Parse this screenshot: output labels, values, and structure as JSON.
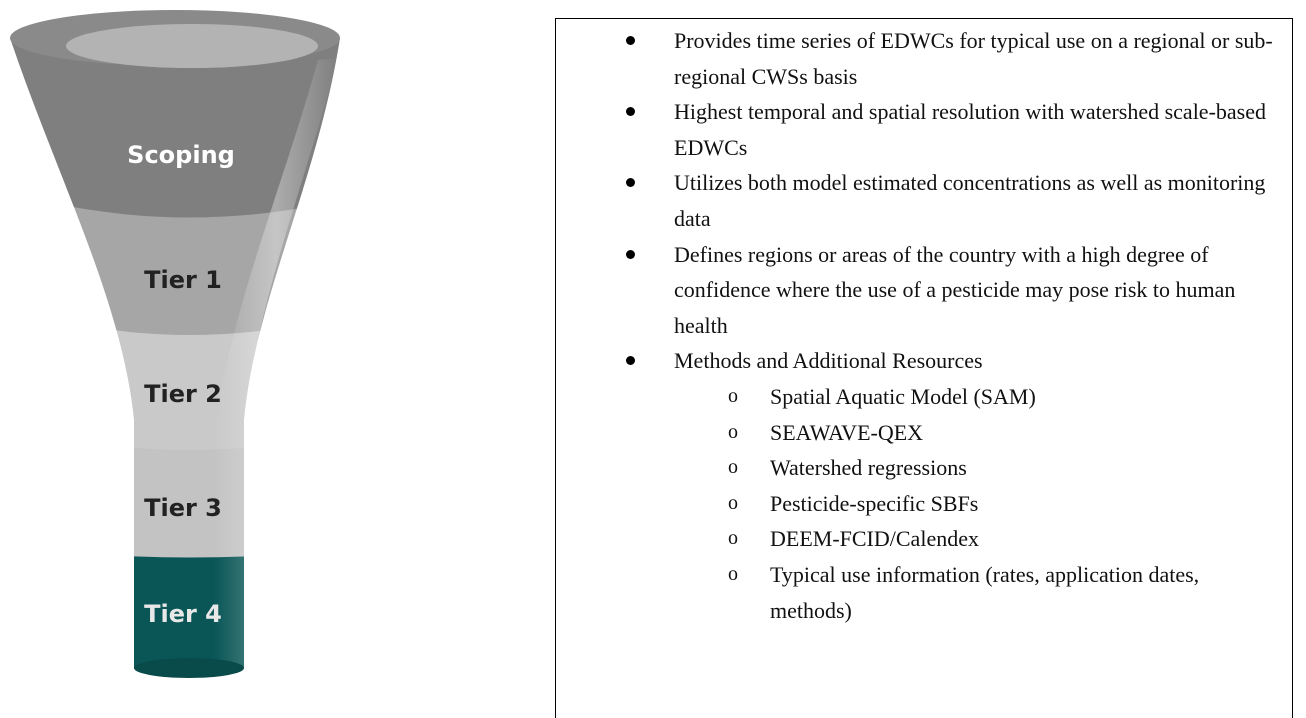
{
  "funnel": {
    "tiers": [
      {
        "label": "Scoping",
        "color": "#7f7f7f",
        "text_color": "#ffffff"
      },
      {
        "label": "Tier 1",
        "color": "#a6a6a6",
        "text_color": "#222222"
      },
      {
        "label": "Tier 2",
        "color": "#c9c9c9",
        "text_color": "#222222"
      },
      {
        "label": "Tier 3",
        "color": "#c3c3c3",
        "text_color": "#222222"
      },
      {
        "label": "Tier 4",
        "color": "#0a5657",
        "text_color": "#e8e8e8"
      }
    ]
  },
  "panel": {
    "bullets": [
      {
        "text": "Provides time series of EDWCs for typical use on a regional or sub-regional CWSs basis"
      },
      {
        "text": "Highest temporal and spatial resolution with watershed scale-based EDWCs"
      },
      {
        "text": "Utilizes both model estimated concentrations as well as monitoring data"
      },
      {
        "text": "Defines regions or areas of the country with a high degree of confidence where the use of a pesticide may pose risk to human health"
      },
      {
        "text": "Methods and Additional Resources"
      }
    ],
    "sub_marker": "o",
    "sub_items": [
      "Spatial Aquatic Model (SAM)",
      "SEAWAVE-QEX",
      "Watershed regressions",
      "Pesticide-specific SBFs",
      "DEEM-FCID/Calendex",
      "Typical use information (rates, application dates, methods)"
    ]
  }
}
